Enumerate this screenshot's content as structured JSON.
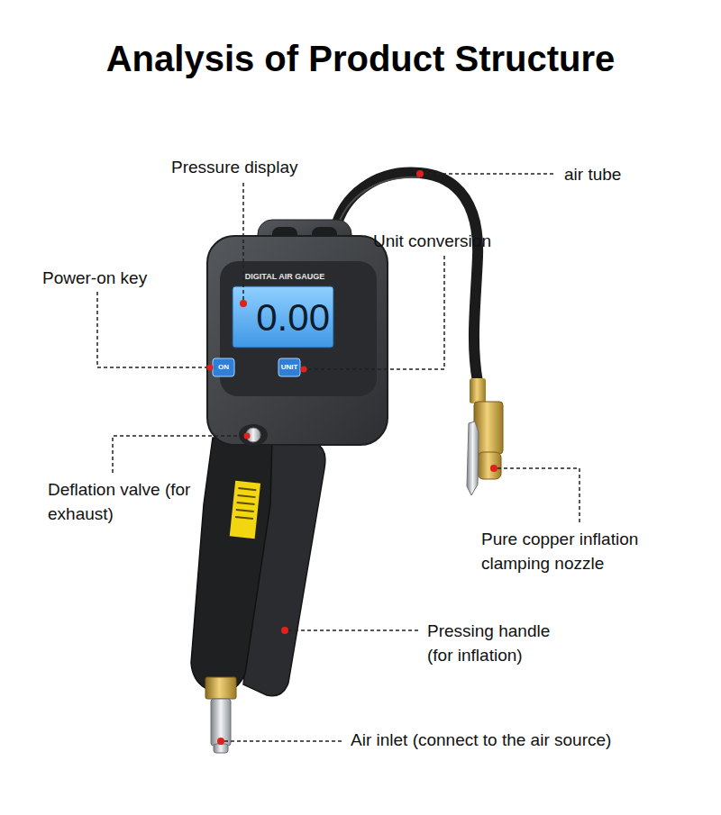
{
  "diagram": {
    "title": "Analysis of Product Structure",
    "labels": [
      "Pressure display",
      "air tube",
      "Unit conversion",
      "Power-on key",
      "DIGITAL AIR GAUGE",
      "0.00",
      "ON",
      "UNIT",
      "Deflation valve (for exhaust)",
      "Pure copper inflation clamping nozzle",
      "Pressing handle (for inflation)",
      "Air inlet (connect to the air source)"
    ]
  }
}
